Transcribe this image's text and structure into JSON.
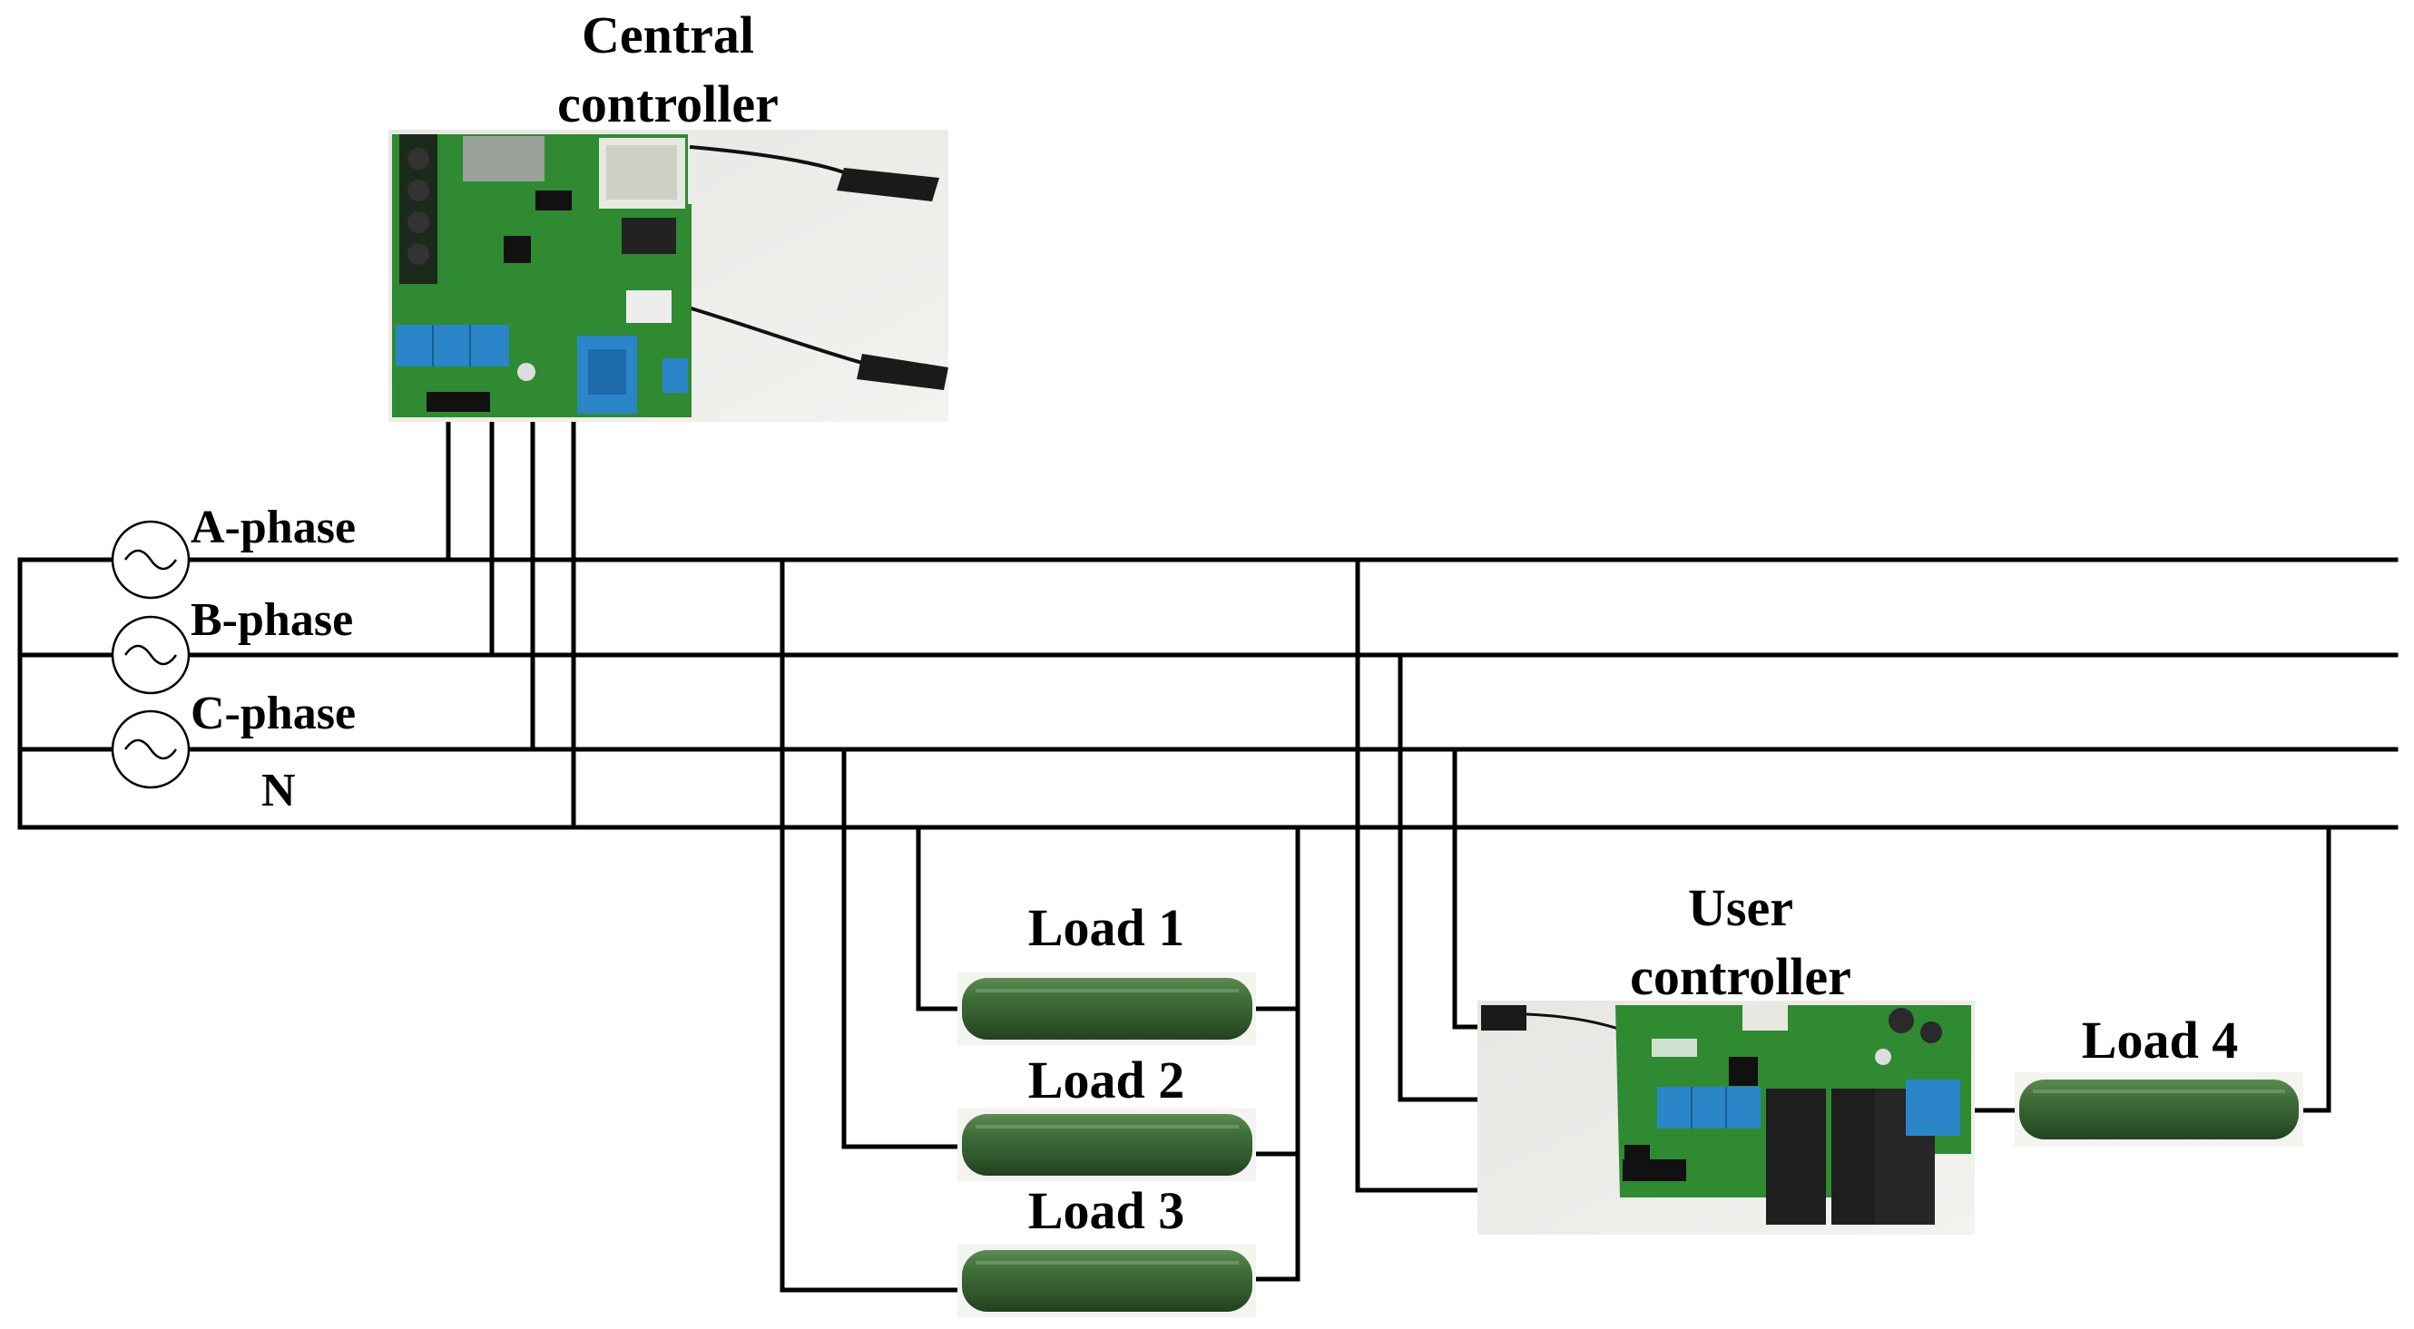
{
  "title_central": [
    "Central",
    "controller"
  ],
  "title_user": [
    "User",
    "controller"
  ],
  "phases": [
    {
      "label": "A-phase"
    },
    {
      "label": "B-phase"
    },
    {
      "label": "C-phase"
    },
    {
      "label": "N"
    }
  ],
  "loads": [
    {
      "label": "Load 1"
    },
    {
      "label": "Load 2"
    },
    {
      "label": "Load 3"
    },
    {
      "label": "Load 4"
    }
  ],
  "colors": {
    "pcb_green": "#2f8a32",
    "resistor_green": "#3f6a3a",
    "relay_blue": "#2a86c8",
    "wire": "#000000"
  }
}
